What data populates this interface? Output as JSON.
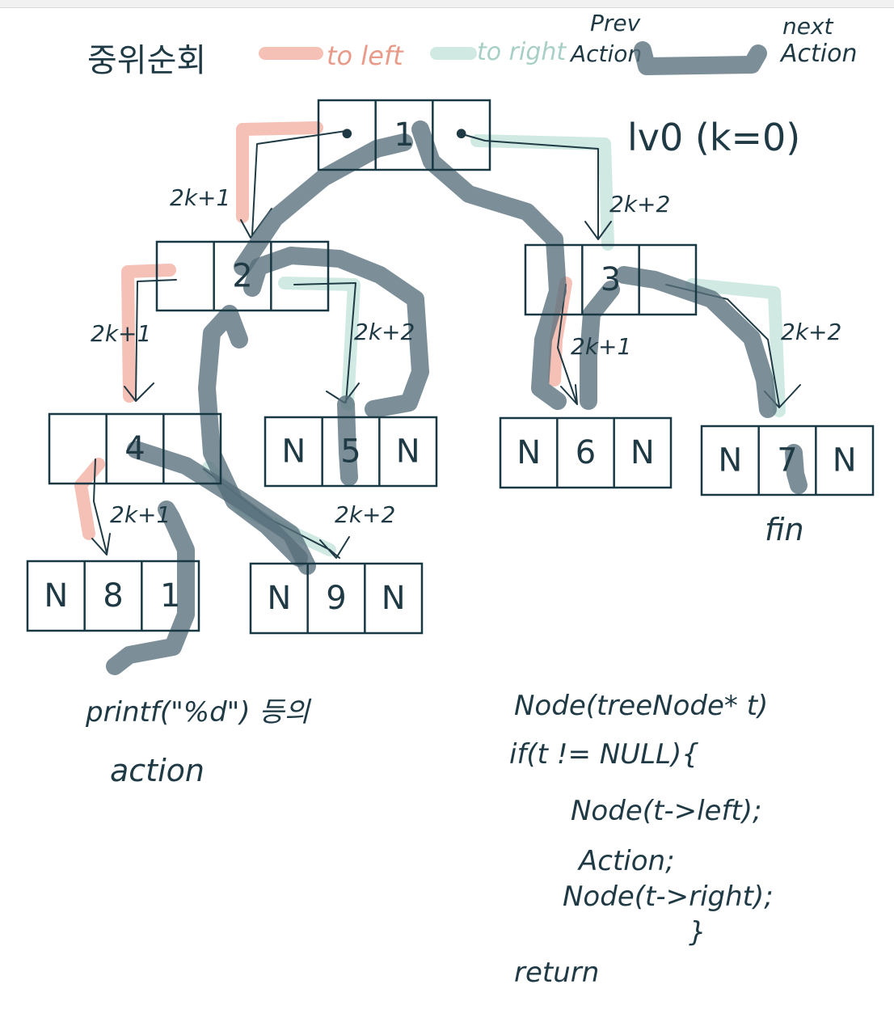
{
  "title": "중위순회",
  "legend": {
    "to_left": "to left",
    "to_right": "to right",
    "prev_action_top": "Prev",
    "prev_action_bottom": "Action",
    "next_action_top": "next",
    "next_action_bottom": "Action",
    "colors": {
      "to_left": "#f4b9ad",
      "to_right": "#cde8e1",
      "traversal": "#576f7b",
      "ink": "#1f3a44"
    }
  },
  "level_note": "lv0 (k=0)",
  "nodes": [
    {
      "id": "node-1",
      "left": "•",
      "value": "1",
      "right": "•"
    },
    {
      "id": "node-2",
      "left": "",
      "value": "2",
      "right": ""
    },
    {
      "id": "node-3",
      "left": "",
      "value": "3",
      "right": ""
    },
    {
      "id": "node-4",
      "left": "",
      "value": "4",
      "right": ""
    },
    {
      "id": "node-5",
      "left": "N",
      "value": "5",
      "right": "N"
    },
    {
      "id": "node-6",
      "left": "N",
      "value": "6",
      "right": "N"
    },
    {
      "id": "node-7",
      "left": "N",
      "value": "7",
      "right": "N"
    },
    {
      "id": "node-8",
      "left": "N",
      "value": "8",
      "right": "1"
    },
    {
      "id": "node-9",
      "left": "N",
      "value": "9",
      "right": "N"
    }
  ],
  "edge_labels": {
    "e1_2": "2k+1",
    "e1_3": "2k+2",
    "e2_4": "2k+1",
    "e2_5": "2k+2",
    "e3_6": "2k+1",
    "e3_7": "2k+2",
    "e4_8": "2k+1",
    "e4_9": "2k+2"
  },
  "fin_label": "fin",
  "action_note_line1": "printf(\"%d\") 등의",
  "action_note_line2": "action",
  "code": [
    "Node(treeNode* t)",
    "if(t != NULL){",
    "Node(t->left);",
    "Action;",
    "Node(t->right);",
    "}",
    "return"
  ]
}
